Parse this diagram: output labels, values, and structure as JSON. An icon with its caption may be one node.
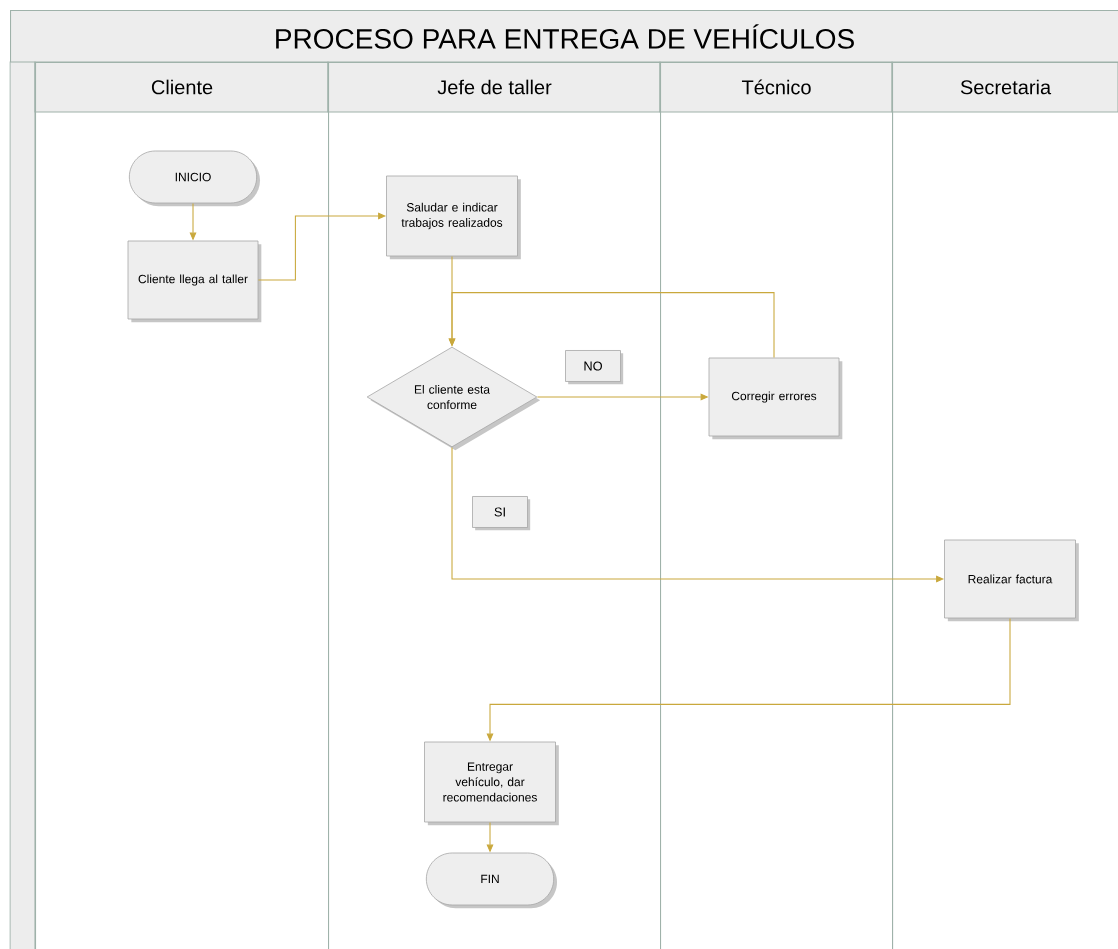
{
  "diagram": {
    "title": "PROCESO PARA ENTREGA DE VEHÍCULOS",
    "nodes": [
      {
        "text": [
          "Cliente"
        ]
      },
      {
        "text": [
          "Jefe de taller"
        ]
      },
      {
        "text": [
          "Técnico"
        ]
      },
      {
        "text": [
          "Secretaria"
        ]
      },
      {
        "text": [
          "INICIO"
        ],
        "in": 0
      },
      {
        "text": [
          "Cliente llega al taller"
        ],
        "in": 0
      },
      {
        "text": [
          "Saludar e indicar trabajos realizados"
        ],
        "in": 1
      },
      {
        "text": [
          "El cliente esta conforme"
        ],
        "in": 1
      },
      {
        "text": [
          "Corregir errores"
        ],
        "in": 2
      },
      {
        "text": [
          "Realizar factura"
        ],
        "in": 3
      },
      {
        "text": [
          "Entregar vehículo, dar recomendaciones"
        ],
        "in": 1
      },
      {
        "text": [
          "FIN"
        ],
        "in": 1
      }
    ],
    "edges": [
      {
        "from": 4,
        "to": 5,
        "arrow": "to"
      },
      {
        "from": 5,
        "to": 6,
        "arrow": "to"
      },
      {
        "from": 6,
        "to": 7,
        "arrow": "to"
      },
      {
        "from": 7,
        "to": 8,
        "arrow": "to",
        "label": "NO"
      },
      {
        "from": 8,
        "to": 7,
        "arrow": "to"
      },
      {
        "from": 7,
        "to": 9,
        "arrow": "to",
        "label": "SI"
      },
      {
        "from": 9,
        "to": 10,
        "arrow": "to"
      },
      {
        "from": 10,
        "to": 11,
        "arrow": "to"
      }
    ]
  }
}
